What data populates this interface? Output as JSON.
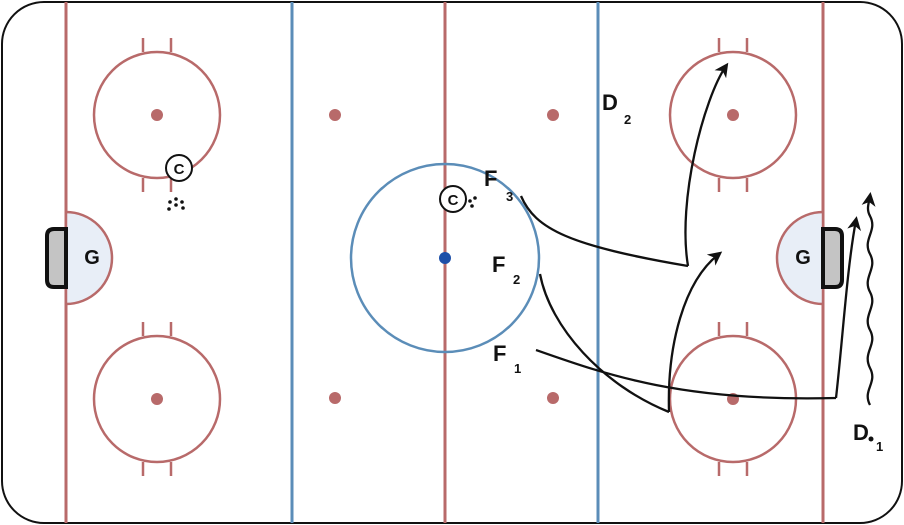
{
  "rink": {
    "colors": {
      "red": "#b86a6a",
      "blue": "#5b8db8",
      "center_dot": "#1d4fa8",
      "board": "#111111",
      "goalie_crease": "#e8eef7",
      "path": "#111111"
    }
  },
  "goalies": {
    "left": {
      "label": "G"
    },
    "right": {
      "label": "G"
    }
  },
  "coaches": {
    "left": {
      "label": "C"
    },
    "center": {
      "label": "C"
    }
  },
  "players": {
    "f3": {
      "main": "F",
      "sub": "3"
    },
    "f2": {
      "main": "F",
      "sub": "2"
    },
    "f1": {
      "main": "F",
      "sub": "1"
    },
    "d2": {
      "main": "D",
      "sub": "2"
    },
    "d1": {
      "main": "D",
      "sub": "1"
    }
  }
}
